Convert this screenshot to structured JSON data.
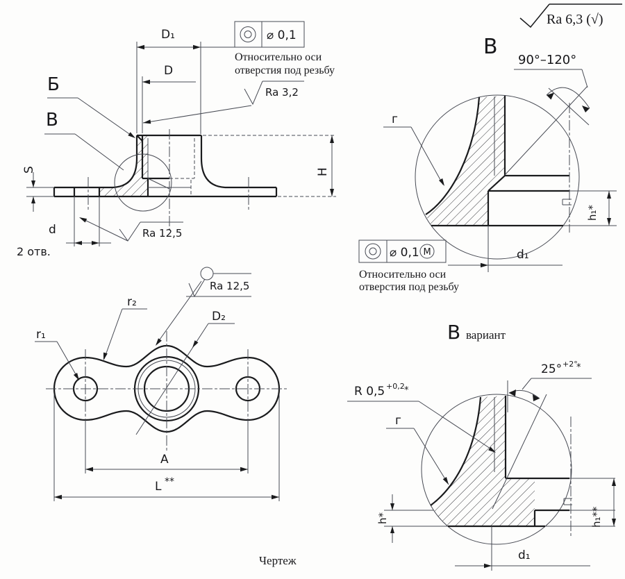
{
  "drawing": {
    "caption": "Чертеж",
    "general_roughness": "Ra 6,3 (√)",
    "side_view": {
      "label_b": "Б",
      "label_v": "В",
      "dim_s": "S",
      "dim_d": "d",
      "holes_note": "2 отв.",
      "dim_D": "D",
      "dim_D1": "D₁",
      "dim_H": "H",
      "ra_bore": "Ra 3,2",
      "ra_hole": "Ra 12,5",
      "tol_value": "⌀ 0,1",
      "tol_note1": "Относительно оси",
      "tol_note2": "отверстия под резьбу"
    },
    "top_view": {
      "dim_r1": "r₁",
      "dim_r2": "r₂",
      "dim_D2": "D₂",
      "ra_contour": "Ra 12,5",
      "dim_A": "A",
      "dim_L": "L",
      "dim_L_note": "**"
    },
    "detail_b": {
      "title": "В",
      "angle": "90°–120°",
      "fillet": "г",
      "dim_h1": "h₁*",
      "dim_d1": "d₁",
      "tol_value": "⌀ 0,1",
      "tol_modifier": "M",
      "tol_note1": "Относительно оси",
      "tol_note2": "отверстия под резьбу"
    },
    "variant_b": {
      "title": "В",
      "subtitle": "вариант",
      "angle": "25°",
      "angle_tol": "+2°",
      "angle_note": "*",
      "radius": "R 0,5",
      "radius_tol": "+0,2",
      "radius_note": "*",
      "fillet": "г",
      "dim_h": "h*",
      "dim_h1": "h₁**",
      "dim_d1": "d₁"
    }
  }
}
